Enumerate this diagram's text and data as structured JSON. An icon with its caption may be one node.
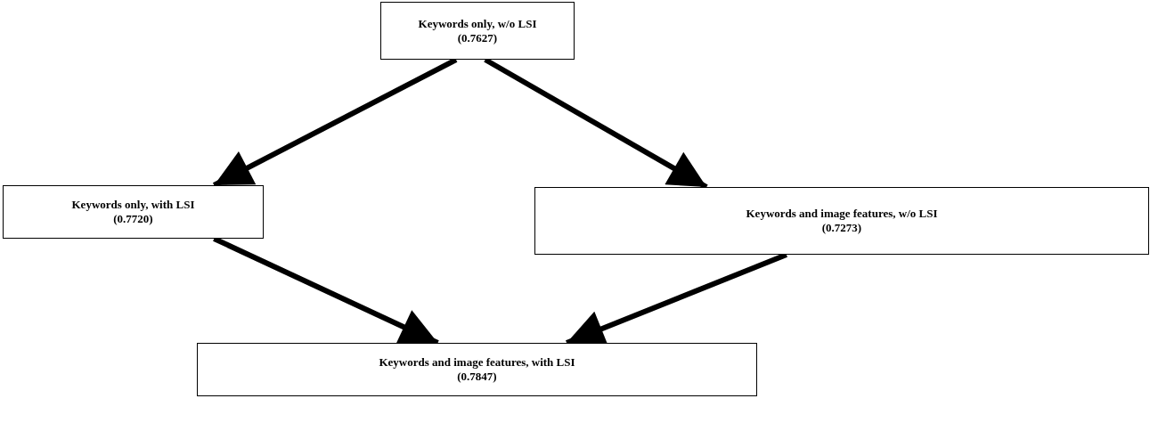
{
  "diagram": {
    "nodes": [
      {
        "text": [
          "Keywords only, w/o LSI",
          "(0.7627)"
        ]
      },
      {
        "text": [
          "Keywords only, with LSI",
          "(0.7720)"
        ]
      },
      {
        "text": [
          "Keywords and image features, w/o LSI",
          "(0.7273)"
        ]
      },
      {
        "text": [
          "Keywords and image features, with LSI",
          "(0.7847)"
        ]
      }
    ],
    "edges": [
      {
        "from": 0,
        "to": 1,
        "arrow": "to"
      },
      {
        "from": 0,
        "to": 2,
        "arrow": "to"
      },
      {
        "from": 1,
        "to": 3,
        "arrow": "to"
      },
      {
        "from": 2,
        "to": 3,
        "arrow": "to"
      }
    ]
  }
}
